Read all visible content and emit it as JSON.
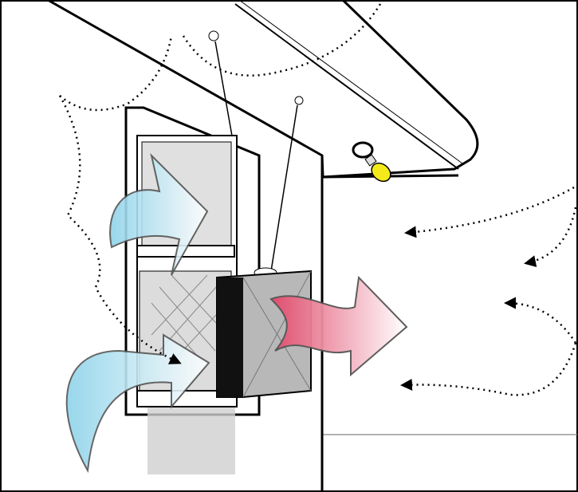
{
  "diagram": {
    "colors": {
      "line": "#000000",
      "cool_air": "#8ed3ea",
      "warm_air": "#e2486a",
      "fan_box": "#b8b8b8",
      "fan_side": "#111111",
      "bulb": "#f4ea1a",
      "glass": "#cfcfcf"
    },
    "icons": [
      "ceiling-beam",
      "light-bulb",
      "window",
      "window-fan-unit",
      "cool-air-arrow",
      "warm-air-arrow",
      "airflow-dotted-arrows"
    ]
  }
}
